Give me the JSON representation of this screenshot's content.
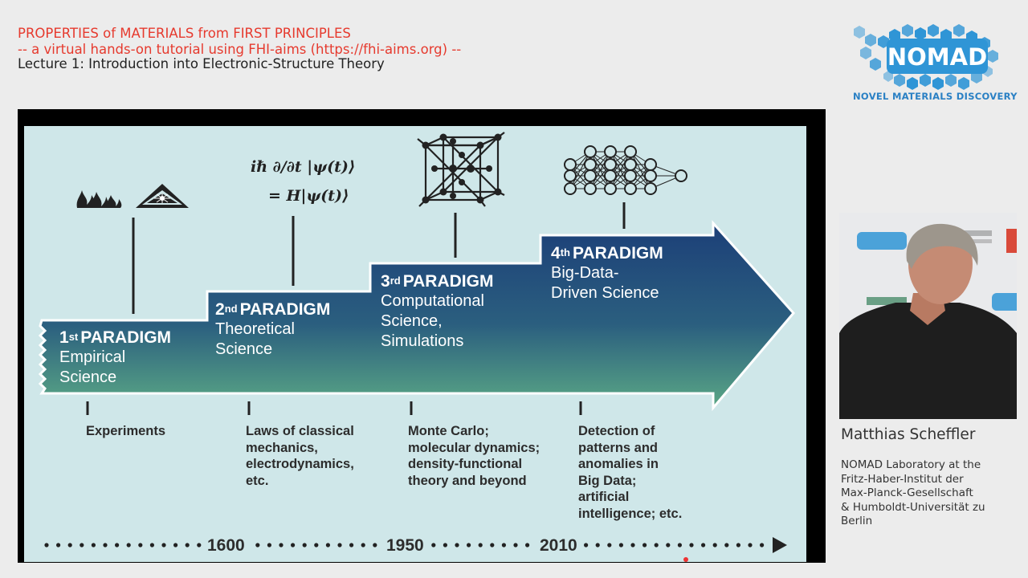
{
  "header": {
    "line1": "PROPERTIES of MATERIALS from FIRST PRINCIPLES",
    "line2": "-- a virtual hands-on tutorial using FHI-aims (https://fhi-aims.org) --",
    "line3": "Lecture 1: Introduction into Electronic-Structure Theory"
  },
  "logo": {
    "text": "NOMAD",
    "caption": "NOVEL MATERIALS DISCOVERY",
    "color": "#2a80c4"
  },
  "slide": {
    "formula": {
      "line1": "iℏ ∂/∂t |ψ(t)⟩",
      "line2": "= H|ψ(t)⟩"
    },
    "paradigms": [
      {
        "num": "1",
        "sup": "st",
        "title": "PARADIGM",
        "sub1": "Empirical",
        "sub2": "Science",
        "sub3": "",
        "icon": "fire-and-laser-warning-icon"
      },
      {
        "num": "2",
        "sup": "nd",
        "title": "PARADIGM",
        "sub1": "Theoretical",
        "sub2": "Science",
        "sub3": "",
        "icon": "schrodinger-equation"
      },
      {
        "num": "3",
        "sup": "rd",
        "title": "PARADIGM",
        "sub1": "Computational",
        "sub2": "Science,",
        "sub3": "Simulations",
        "icon": "crystal-lattice-icon"
      },
      {
        "num": "4",
        "sup": "th",
        "title": "PARADIGM",
        "sub1": "Big-Data-",
        "sub2": "Driven Science",
        "sub3": "",
        "icon": "neural-network-icon"
      }
    ],
    "descriptions": [
      [
        "Experiments"
      ],
      [
        "Laws of classical",
        "mechanics,",
        "electrodynamics,",
        "etc."
      ],
      [
        "Monte Carlo;",
        "molecular dynamics;",
        "density-functional",
        "theory and beyond"
      ],
      [
        "Detection of",
        "patterns and",
        "anomalies in",
        "Big Data;",
        "artificial",
        "intelligence; etc."
      ]
    ],
    "timeline": [
      "1600",
      "1950",
      "2010"
    ],
    "colors": {
      "arrow_top": "#1c3f78",
      "arrow_bottom": "#5aa785",
      "background": "#cfe7e9"
    }
  },
  "presenter": {
    "name": "Matthias Scheffler",
    "affiliation": [
      "NOMAD Laboratory at the",
      "Fritz-Haber-Institut der",
      "Max-Planck-Gesellschaft",
      "& Humboldt-Universität zu",
      "Berlin"
    ]
  }
}
